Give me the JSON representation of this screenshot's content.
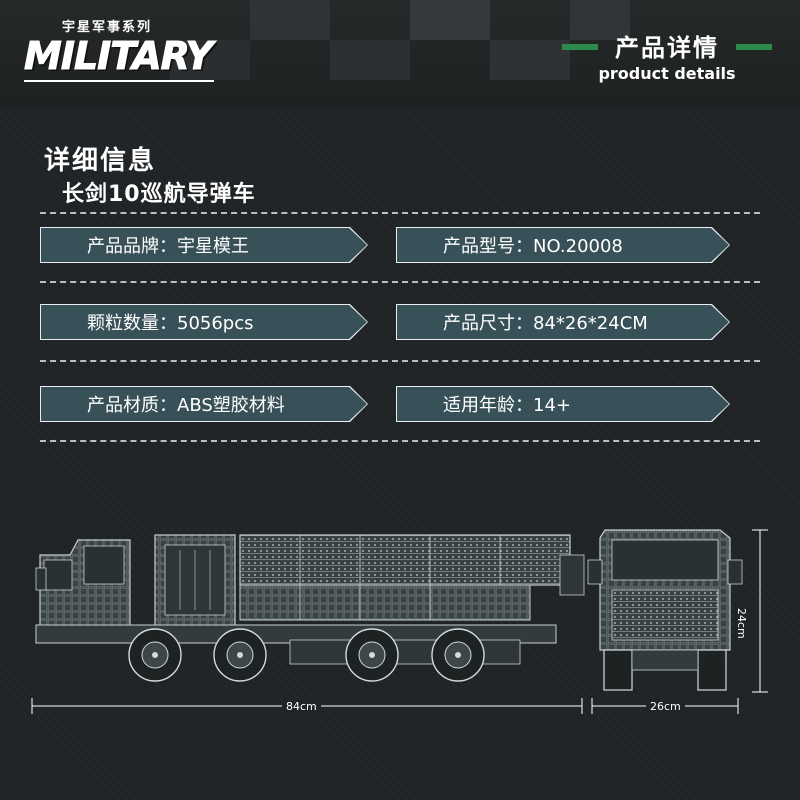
{
  "header": {
    "logo_series": "宇星军事系列",
    "logo_word": "MILITARY",
    "badge_title": "产品详情",
    "badge_subtitle": "product details"
  },
  "info": {
    "heading": "详细信息",
    "product_name": "长剑10巡航导弹车"
  },
  "specs": {
    "brand": "产品品牌：宇星模王",
    "model": "产品型号：NO.20008",
    "pieces": "颗粒数量：5056pcs",
    "size": "产品尺寸：84*26*24CM",
    "material": "产品材质：ABS塑胶材料",
    "age": "适用年龄：14+"
  },
  "diagram": {
    "length_label": "84cm",
    "width_label": "26cm",
    "height_label": "24cm"
  },
  "colors": {
    "background": "#202426",
    "tag_fill": "#385158",
    "accent_green": "#2e8a4a"
  }
}
